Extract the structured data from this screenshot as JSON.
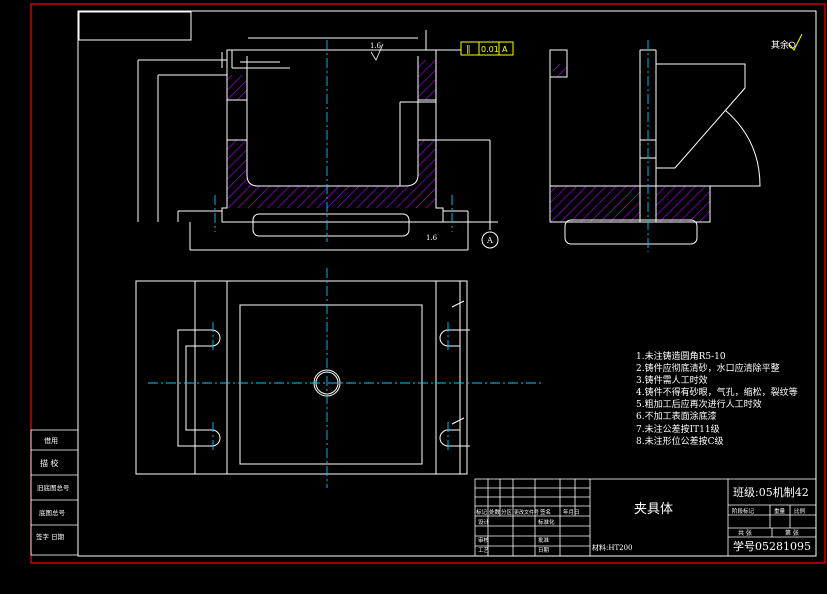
{
  "title_block": {
    "part_name": "夹具体",
    "class_text": "班级:05机制42",
    "student_no": "学号05281095",
    "material": "材料:HT200",
    "hdr_mark": "标记",
    "hdr_count": "处数",
    "hdr_zone": "分区",
    "hdr_docno": "更改文件号",
    "hdr_sign": "签名",
    "hdr_date": "年月日",
    "design": "设计",
    "std": "标准化",
    "stage_mark": "阶段标记",
    "weight": "重量",
    "scale": "比例",
    "check": "审核",
    "craft": "工艺",
    "approve": "批准",
    "date": "日期",
    "sheets_total": "共 张",
    "sheet_no": "第 张"
  },
  "left_table": {
    "r1": "借用",
    "r2": "描  校",
    "r3": "旧底图总号",
    "r4": "底图总号",
    "r5": "签字  日期"
  },
  "notes": [
    "1.未注铸造圆角R5-10",
    "2.铸件应彻底清砂，水口应清除平整",
    "3.铸件需人工时效",
    "4.铸件不得有砂眼，气孔，缩松，裂纹等",
    "5.粗加工后应再次进行人工时效",
    "6.不加工表面涂底漆",
    "7.未注公差按IT11级",
    "8.未注形位公差按C级"
  ],
  "annotations": {
    "remaining_roughness": "其余",
    "roughness_top": "1.6",
    "roughness_bottom": "1.6",
    "tolerance_symbol": "∥",
    "tolerance_value": "0.01",
    "datum": "A",
    "datum_bubble": "A"
  },
  "colors": {
    "outline": "#ffffff",
    "frame": "#ff0000",
    "center_line": "#00c8ff",
    "hatch": "#b400ff",
    "tolerance_box": "#ffff00"
  }
}
